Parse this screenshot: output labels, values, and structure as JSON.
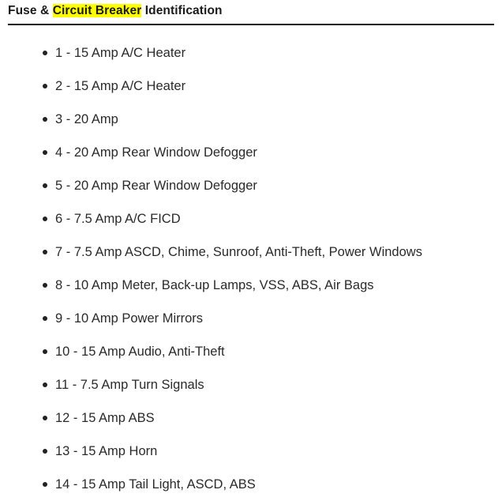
{
  "document": {
    "title_prefix": "Fuse & ",
    "title_highlight": "Circuit Breaker",
    "title_suffix": " Identification",
    "highlight_color": "#ffff00",
    "text_color": "#2a2a2a",
    "background_color": "#ffffff",
    "rule_color": "#111111"
  },
  "fuse_list": [
    {
      "label": "1 - 15 Amp A/C Heater"
    },
    {
      "label": "2 - 15 Amp A/C Heater"
    },
    {
      "label": "3 - 20 Amp"
    },
    {
      "label": "4 - 20 Amp Rear Window Defogger"
    },
    {
      "label": "5 - 20 Amp Rear Window Defogger"
    },
    {
      "label": "6 - 7.5 Amp A/C FICD"
    },
    {
      "label": "7 - 7.5 Amp ASCD, Chime, Sunroof, Anti-Theft, Power Windows"
    },
    {
      "label": "8 - 10 Amp Meter, Back-up Lamps, VSS, ABS, Air Bags"
    },
    {
      "label": "9 - 10 Amp Power Mirrors"
    },
    {
      "label": "10 - 15 Amp Audio, Anti-Theft"
    },
    {
      "label": "11 - 7.5 Amp Turn Signals"
    },
    {
      "label": "12 - 15 Amp ABS"
    },
    {
      "label": "13 - 15 Amp Horn"
    },
    {
      "label": "14 - 15 Amp Tail Light, ASCD, ABS"
    }
  ]
}
